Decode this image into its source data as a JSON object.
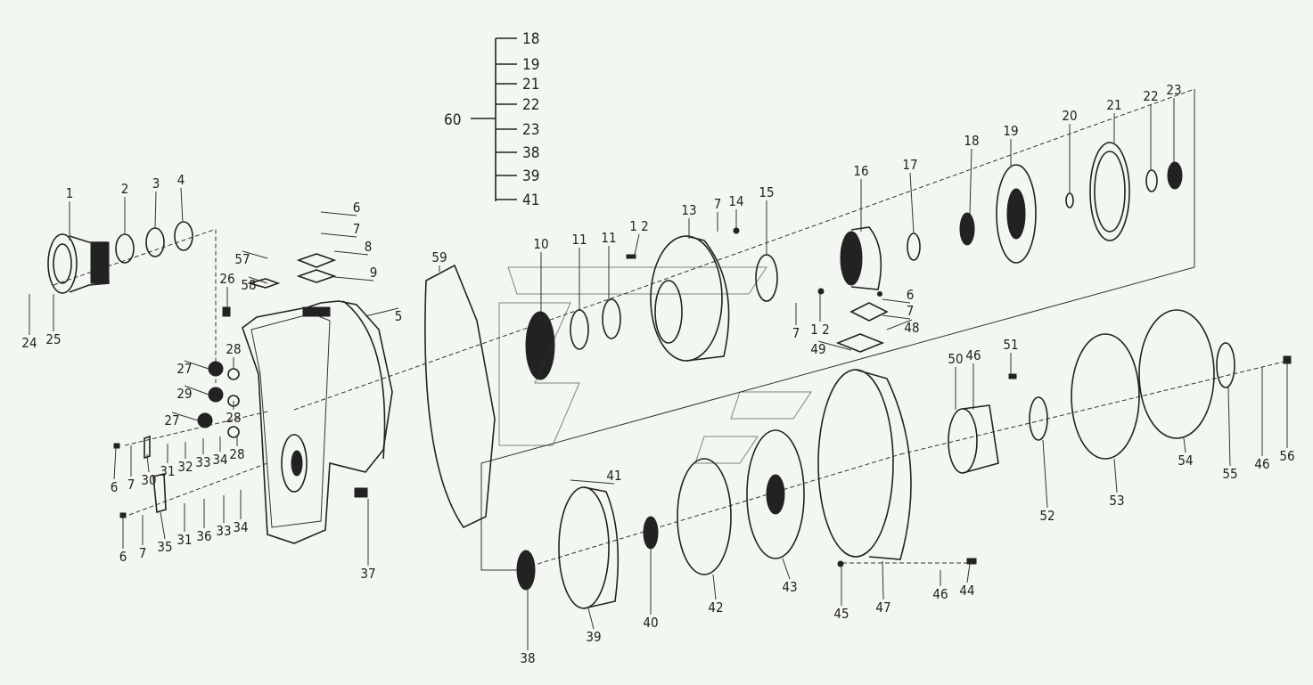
{
  "diagram": {
    "type": "exploded parts diagram",
    "kit_label": "60",
    "kit_members": [
      "18",
      "19",
      "21",
      "22",
      "23",
      "38",
      "39",
      "41"
    ],
    "part_labels": [
      "1",
      "2",
      "3",
      "4",
      "24",
      "25",
      "26",
      "27",
      "29",
      "27",
      "28",
      "28",
      "28",
      "6",
      "7",
      "30",
      "31",
      "32",
      "33",
      "34",
      "35",
      "31",
      "36",
      "33",
      "34",
      "6",
      "7",
      "37",
      "57",
      "58",
      "6",
      "7",
      "8",
      "9",
      "5",
      "59",
      "10",
      "11",
      "11",
      "1 2",
      "13",
      "7",
      "14",
      "15",
      "16",
      "17",
      "18",
      "19",
      "20",
      "21",
      "22",
      "23",
      "6",
      "7",
      "48",
      "7",
      "1 2",
      "49",
      "50",
      "46",
      "51",
      "41",
      "40",
      "42",
      "43",
      "45",
      "47",
      "46",
      "44",
      "38",
      "39",
      "52",
      "53",
      "54",
      "55",
      "46",
      "56"
    ]
  }
}
